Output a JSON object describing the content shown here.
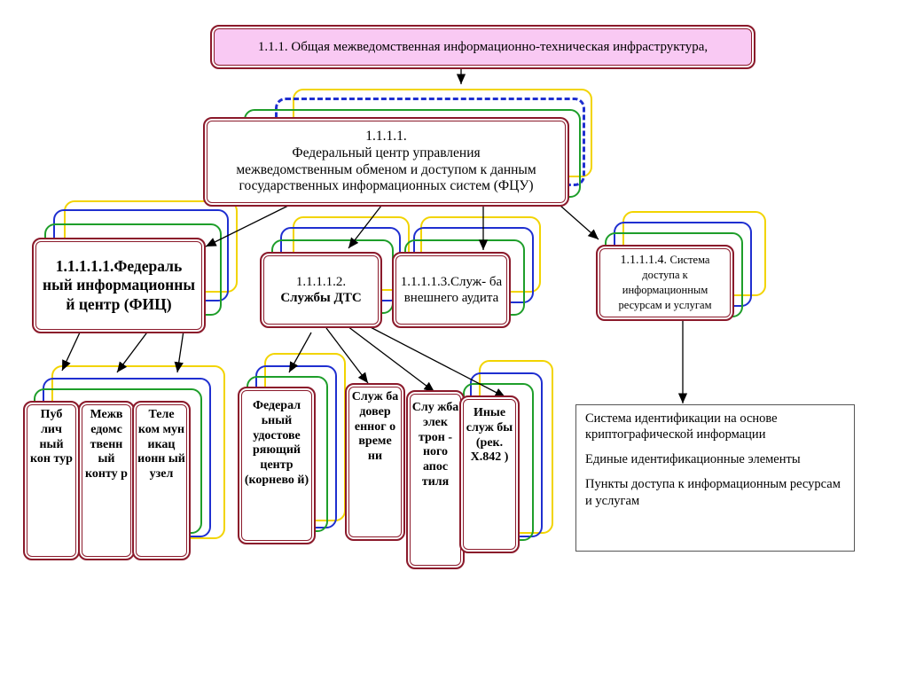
{
  "nodes": {
    "root": "1.1.1. Общая межведомственная информационно-техническая инфраструктура,",
    "fcu": {
      "line1": "1.1.1.1.",
      "line2": "Федеральный центр управления",
      "line3": "межведомственным обменом и доступом к данным",
      "line4": "государственных информационных систем (ФЦУ)"
    },
    "fic": "1.1.1.1.1.Федераль ный информационны й центр (ФИЦ)",
    "dts": {
      "number": "1.1.1.1.2.",
      "name": "Службы ДТС"
    },
    "audit": "1.1.1.1.3.Служ- ба внешнего аудита",
    "access": {
      "number": "1.1.1.1.4.",
      "name": "Система доступа к информационным ресурсам и услугам"
    },
    "public": "Пуб лич ный кон тур",
    "interdept": "Межв едомс твенн ый конту р",
    "telecom": "Теле ком мун икац ионн ый узел",
    "root_ca": "Федерал ьный удостове ряющий центр (корнево й)",
    "trusted_time": "Служ ба довер енног о време ни",
    "apostille": "Слу жба элек трон - ного апос тиля",
    "other": "Иные служ бы (рек. X.842 )"
  },
  "info_panel": {
    "items": [
      "Система идентификации на основе криптографической информации",
      "Единые идентификационные элементы",
      "Пункты доступа к информационным ресурсам и услугам"
    ]
  },
  "colors": {
    "box_border": "#8b1a2b",
    "root_fill": "#f9c9f3",
    "layer_yellow": "#f2d400",
    "layer_blue": "#1f2fd0",
    "layer_green": "#1e9e2a"
  }
}
